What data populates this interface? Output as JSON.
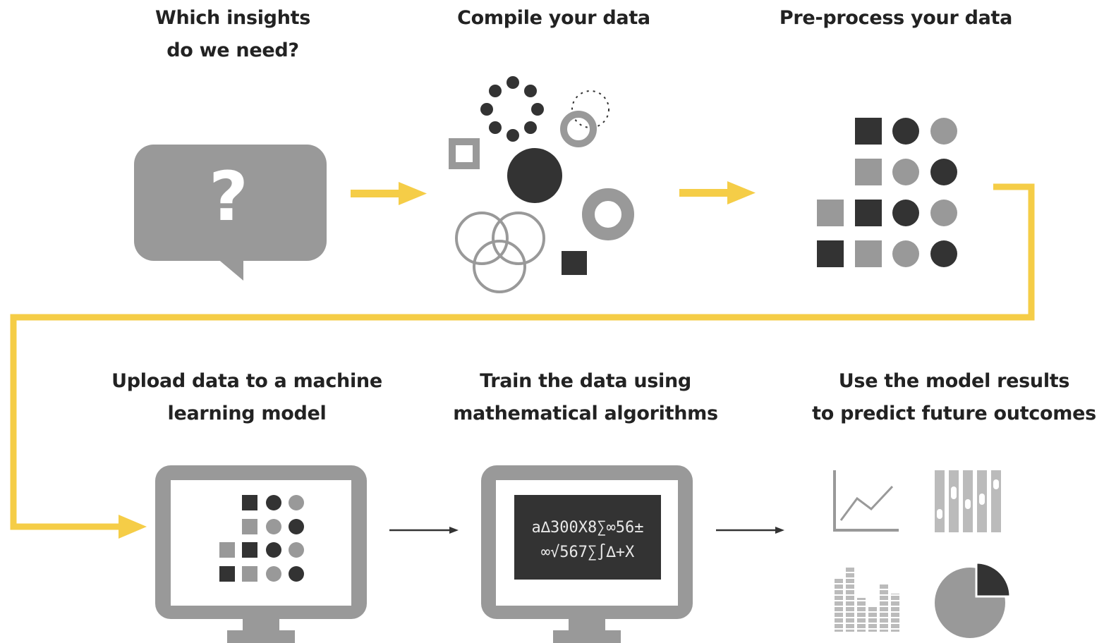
{
  "steps": [
    {
      "label": "Which insights\ndo we need?",
      "icon": "question-bubble-icon"
    },
    {
      "label": "Compile your data",
      "icon": "scattered-shapes-icon"
    },
    {
      "label": "Pre-process your data",
      "icon": "sorted-shapes-grid-icon"
    },
    {
      "label": "Upload data to a machine\nlearning model",
      "icon": "monitor-with-grid-icon"
    },
    {
      "label": "Train the data using\nmathematical algorithms",
      "icon": "monitor-with-formulas-icon"
    },
    {
      "label": "Use the model results\nto predict future outcomes",
      "icon": "charts-group-icon"
    }
  ],
  "bubble": {
    "symbol": "?"
  },
  "screen": {
    "line1": "a∆300X8∑∞56±",
    "line2": "∞√567∑∫∆+X"
  },
  "colors": {
    "accent": "#f5cd47",
    "dark": "#333333",
    "mid": "#999999",
    "light": "#bbbbbb"
  }
}
